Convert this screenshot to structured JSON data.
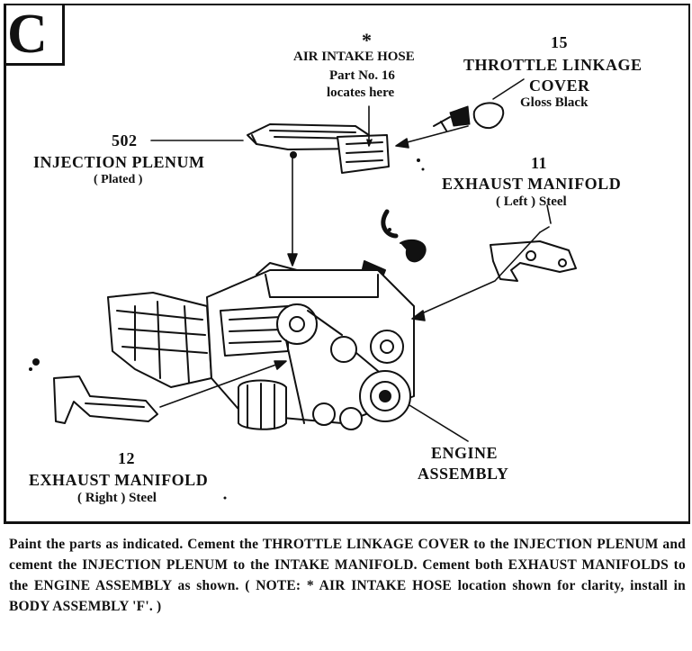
{
  "step": {
    "letter": "C"
  },
  "parts": {
    "air_intake_hose": {
      "marker": "*",
      "name": "AIR INTAKE HOSE",
      "line2": "Part No. 16",
      "line3": "locates here"
    },
    "throttle_cover": {
      "number": "15",
      "name": "THROTTLE LINKAGE",
      "name2": "COVER",
      "finish": "Gloss Black"
    },
    "injection_plenum": {
      "number": "502",
      "name": "INJECTION PLENUM",
      "finish": "( Plated )"
    },
    "exhaust_left": {
      "number": "11",
      "name": "EXHAUST MANIFOLD",
      "finish": "( Left ) Steel"
    },
    "exhaust_right": {
      "number": "12",
      "name": "EXHAUST MANIFOLD",
      "finish": "( Right ) Steel"
    },
    "engine": {
      "name": "ENGINE",
      "name2": "ASSEMBLY"
    }
  },
  "instructions": {
    "text": "Paint the parts as indicated. Cement the THROTTLE LINKAGE COVER to the INJECTION PLENUM and cement the INJECTION PLENUM to the INTAKE MANIFOLD. Cement both EXHAUST MANIFOLDS to the ENGINE ASSEMBLY as shown. ( NOTE: * AIR INTAKE HOSE location shown for clarity, install in BODY ASSEMBLY 'F'. )"
  }
}
